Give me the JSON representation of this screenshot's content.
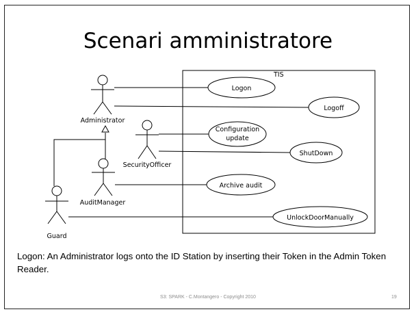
{
  "slide": {
    "title": "Scenari amministratore",
    "description": "Logon: An Administrator logs onto the ID Station by inserting their Token in the Admin Token Reader.",
    "footer": "S3: SPARK - C.Montangero - Copyright 2010",
    "page_number": "19"
  },
  "diagram": {
    "system_boundary": "TIS",
    "actors": [
      "Administrator",
      "SecurityOfficer",
      "AuditManager",
      "Guard"
    ],
    "use_cases": [
      "Logon",
      "Logoff",
      "Configuration update",
      "ShutDown",
      "Archive audit",
      "UnlockDoorManually"
    ],
    "use_case_config_lines": [
      "Configuration",
      "update"
    ]
  }
}
